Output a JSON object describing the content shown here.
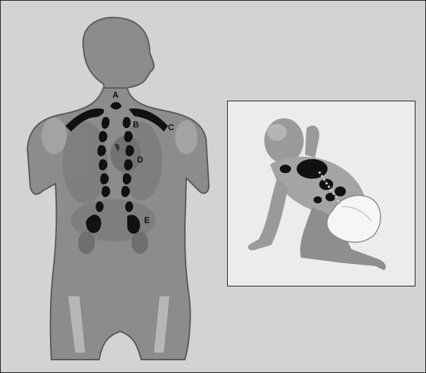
{
  "labels": {
    "a": "A",
    "b": "B",
    "c": "C",
    "d": "D",
    "e": "E"
  },
  "colors": {
    "background": "#d3d3d3",
    "body_fill": "#8c8c8c",
    "body_outline": "#5a5a5a",
    "organs": "#7a7a7a",
    "highlight": "#111111",
    "inset_background": "#ececec",
    "diaper": "#f6f6f6"
  },
  "icons": {
    "figure": "adult-torso-back-view",
    "inset": "crawling-baby-figure"
  }
}
